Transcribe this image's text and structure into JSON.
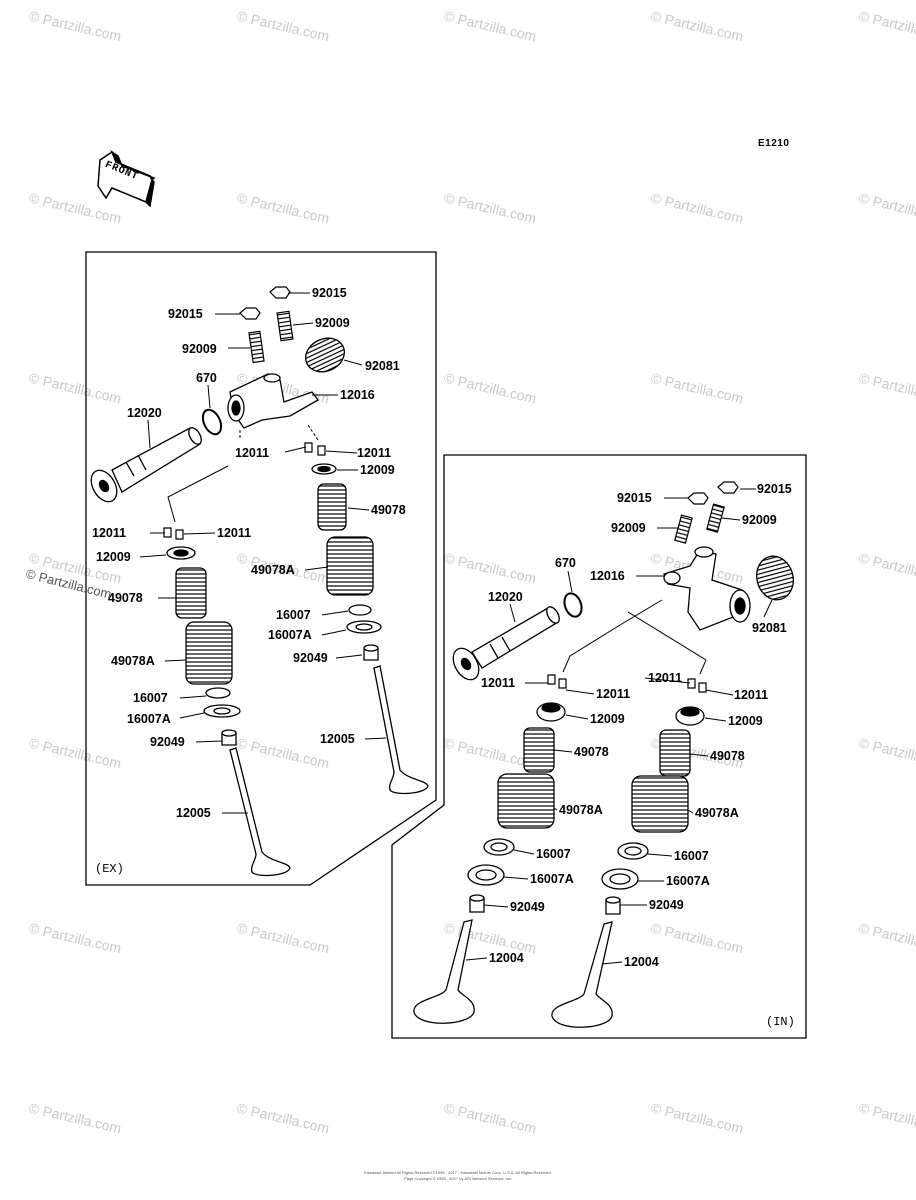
{
  "diagram_code": "E1210",
  "front_label": "FRONT",
  "watermark_text": "© Partzilla.com",
  "watermark_side_text": "© Partzilla.com",
  "exhaust_group": {
    "tag": "(EX)",
    "labels": {
      "nut_92015_top": "92015",
      "nut_92015_left": "92015",
      "screw_92009_right": "92009",
      "screw_92009_left": "92009",
      "spring_92081": "92081",
      "oring_670": "670",
      "rocker_12016": "12016",
      "shaft_12020": "12020",
      "keeper_12011_a": "12011",
      "keeper_12011_b": "12011",
      "retainer_12009_right": "12009",
      "spring_49078_right": "49078",
      "keeper_12011_c": "12011",
      "keeper_12011_d": "12011",
      "retainer_12009_left": "12009",
      "spring_49078_left": "49078",
      "spring_49078A_right": "49078A",
      "seat_16007_right": "16007",
      "seat_16007A_right": "16007A",
      "seal_92049_right": "92049",
      "spring_49078A_left": "49078A",
      "seat_16007_left": "16007",
      "seat_16007A_left": "16007A",
      "seal_92049_left": "92049",
      "valve_12005_right": "12005",
      "valve_12005_left": "12005"
    }
  },
  "intake_group": {
    "tag": "(IN)",
    "labels": {
      "nut_92015_left": "92015",
      "nut_92015_right": "92015",
      "screw_92009_left": "92009",
      "screw_92009_right": "92009",
      "oring_670": "670",
      "rocker_12016": "12016",
      "shaft_12020": "12020",
      "spring_92081": "92081",
      "keeper_12011_a": "12011",
      "keeper_12011_b": "12011",
      "keeper_12011_c": "12011",
      "keeper_12011_d": "12011",
      "retainer_12009_left": "12009",
      "retainer_12009_right": "12009",
      "spring_49078_left": "49078",
      "spring_49078_right": "49078",
      "spring_49078A_left": "49078A",
      "spring_49078A_right": "49078A",
      "seat_16007_left": "16007",
      "seat_16007_right": "16007",
      "seat_16007A_left": "16007A",
      "seat_16007A_right": "16007A",
      "seal_92049_left": "92049",
      "seal_92049_right": "92049",
      "valve_12004_left": "12004",
      "valve_12004_right": "12004"
    }
  },
  "footer": {
    "line1": "Kawasaki-labeled All Rights Reserved ©1995 - 2017 - Kawasaki Motors Corp. U.S.A. All Rights Reserved.",
    "line2": "Page Copyright © 1995 - 2017 by ARI Network Services, Inc."
  }
}
